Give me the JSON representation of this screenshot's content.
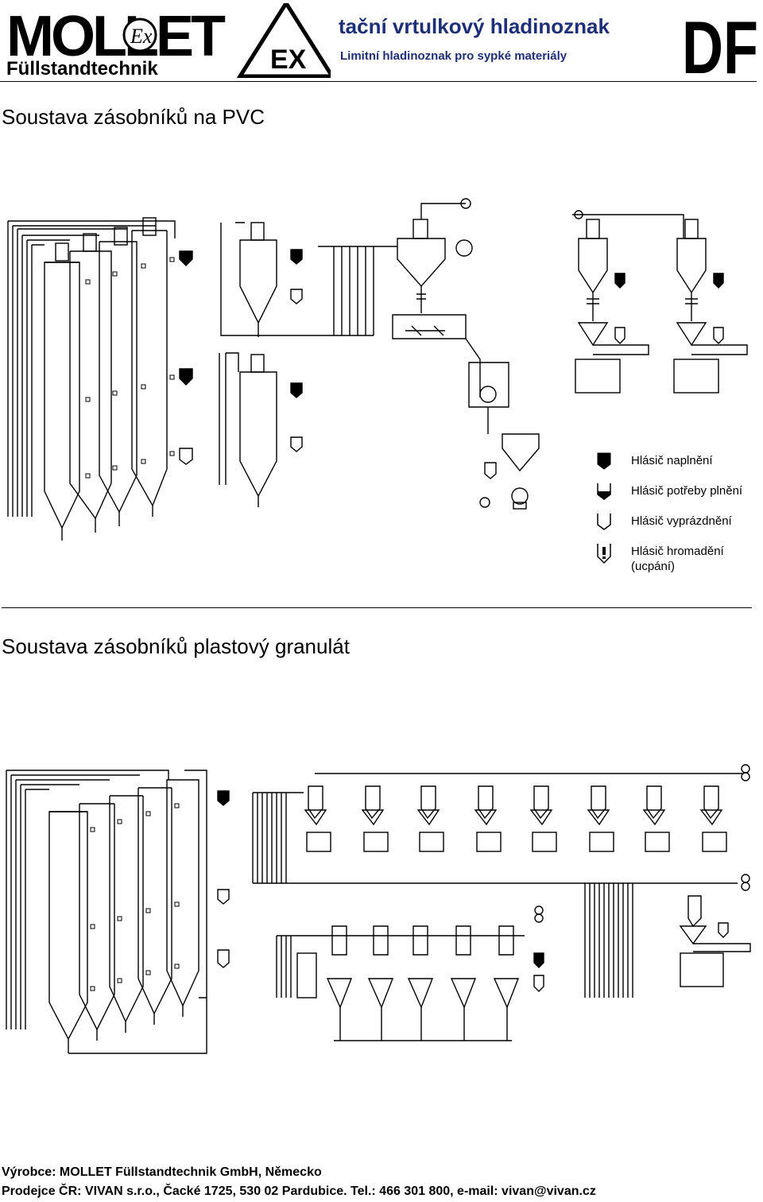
{
  "header": {
    "brand_name": "MOLLET",
    "brand_tagline": "Füllstandtechnik",
    "title": "tační vrtulkový hladinoznak",
    "subtitle": "Limitní hladinoznak pro sypké materiály",
    "certification": "EX",
    "product_code": "DF"
  },
  "sections": {
    "pvc_title": "Soustava zásobníků na PVC",
    "granulate_title": "Soustava zásobníků plastový granulát"
  },
  "legend": [
    {
      "icon": "full-indicator-icon",
      "label": "Hlásič naplnění"
    },
    {
      "icon": "demand-indicator-icon",
      "label": "Hlásič potřeby plnění"
    },
    {
      "icon": "empty-indicator-icon",
      "label": "Hlásič vyprázdnění"
    },
    {
      "icon": "blockage-indicator-icon",
      "label": "Hlásič hromadění (ucpání)"
    }
  ],
  "footer": {
    "manufacturer": "Výrobce: MOLLET Füllstandtechnik GmbH, Německo",
    "dealer": "Prodejce ČR: VIVAN s.r.o., Čacké 1725, 530 02 Pardubice. Tel.: 466 301 800, e-mail: vivan@vivan.cz"
  }
}
